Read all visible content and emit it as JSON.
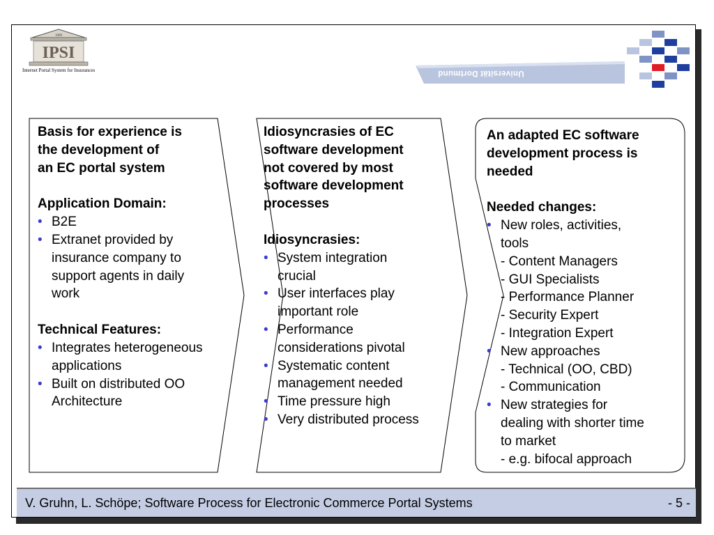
{
  "logo": {
    "text": "IPSI",
    "year": "1999",
    "caption": "Internet Portal System for Insurances"
  },
  "university": {
    "name": "Universität Dortmund",
    "band_color": "#b9c5df"
  },
  "panels": [
    {
      "blocks": [
        {
          "heading": [
            "Basis for experience is",
            "the development of",
            "an EC portal system"
          ]
        },
        {
          "heading": [
            "Application Domain:"
          ],
          "bullets": [
            {
              "lines": [
                "B2E"
              ]
            },
            {
              "lines": [
                "Extranet provided by",
                "insurance company to",
                "support agents in daily",
                "work"
              ]
            }
          ]
        },
        {
          "heading": [
            "Technical Features:"
          ],
          "bullets": [
            {
              "lines": [
                "Integrates heterogeneous",
                "applications"
              ]
            },
            {
              "lines": [
                "Built on distributed OO",
                "Architecture"
              ]
            }
          ]
        }
      ]
    },
    {
      "blocks": [
        {
          "heading": [
            "Idiosyncrasies of EC",
            "software development",
            "not covered by most",
            "software development",
            "processes"
          ]
        },
        {
          "heading": [
            "Idiosyncrasies:"
          ],
          "bullets": [
            {
              "lines": [
                "System integration",
                "crucial"
              ]
            },
            {
              "lines": [
                "User interfaces play",
                "important role"
              ]
            },
            {
              "lines": [
                "Performance",
                "considerations pivotal"
              ]
            },
            {
              "lines": [
                "Systematic content",
                "management needed"
              ]
            },
            {
              "lines": [
                "Time pressure high"
              ]
            },
            {
              "lines": [
                "Very distributed process"
              ]
            }
          ]
        }
      ]
    },
    {
      "blocks": [
        {
          "heading": [
            "An adapted EC software",
            "development process is",
            "needed"
          ]
        },
        {
          "heading": [
            "Needed changes:"
          ],
          "bullets": [
            {
              "lines": [
                "New roles, activities,",
                "tools"
              ],
              "subs": [
                "- Content Managers",
                "- GUI Specialists",
                "- Performance Planner",
                "- Security Expert",
                "- Integration Expert"
              ]
            },
            {
              "lines": [
                "New approaches"
              ],
              "subs": [
                "- Technical (OO, CBD)",
                "- Communication"
              ]
            },
            {
              "lines": [
                "New strategies for",
                "dealing with shorter time",
                "to market"
              ],
              "subs": [
                "- e.g. bifocal approach"
              ]
            }
          ]
        }
      ]
    }
  ],
  "footer": {
    "citation": "V. Gruhn, L. Schöpe; Software Process for Electronic Commerce Portal Systems",
    "page": "- 5 -",
    "background_color": "#c5cde4"
  },
  "colors": {
    "bullet": "#3b3bd0"
  }
}
